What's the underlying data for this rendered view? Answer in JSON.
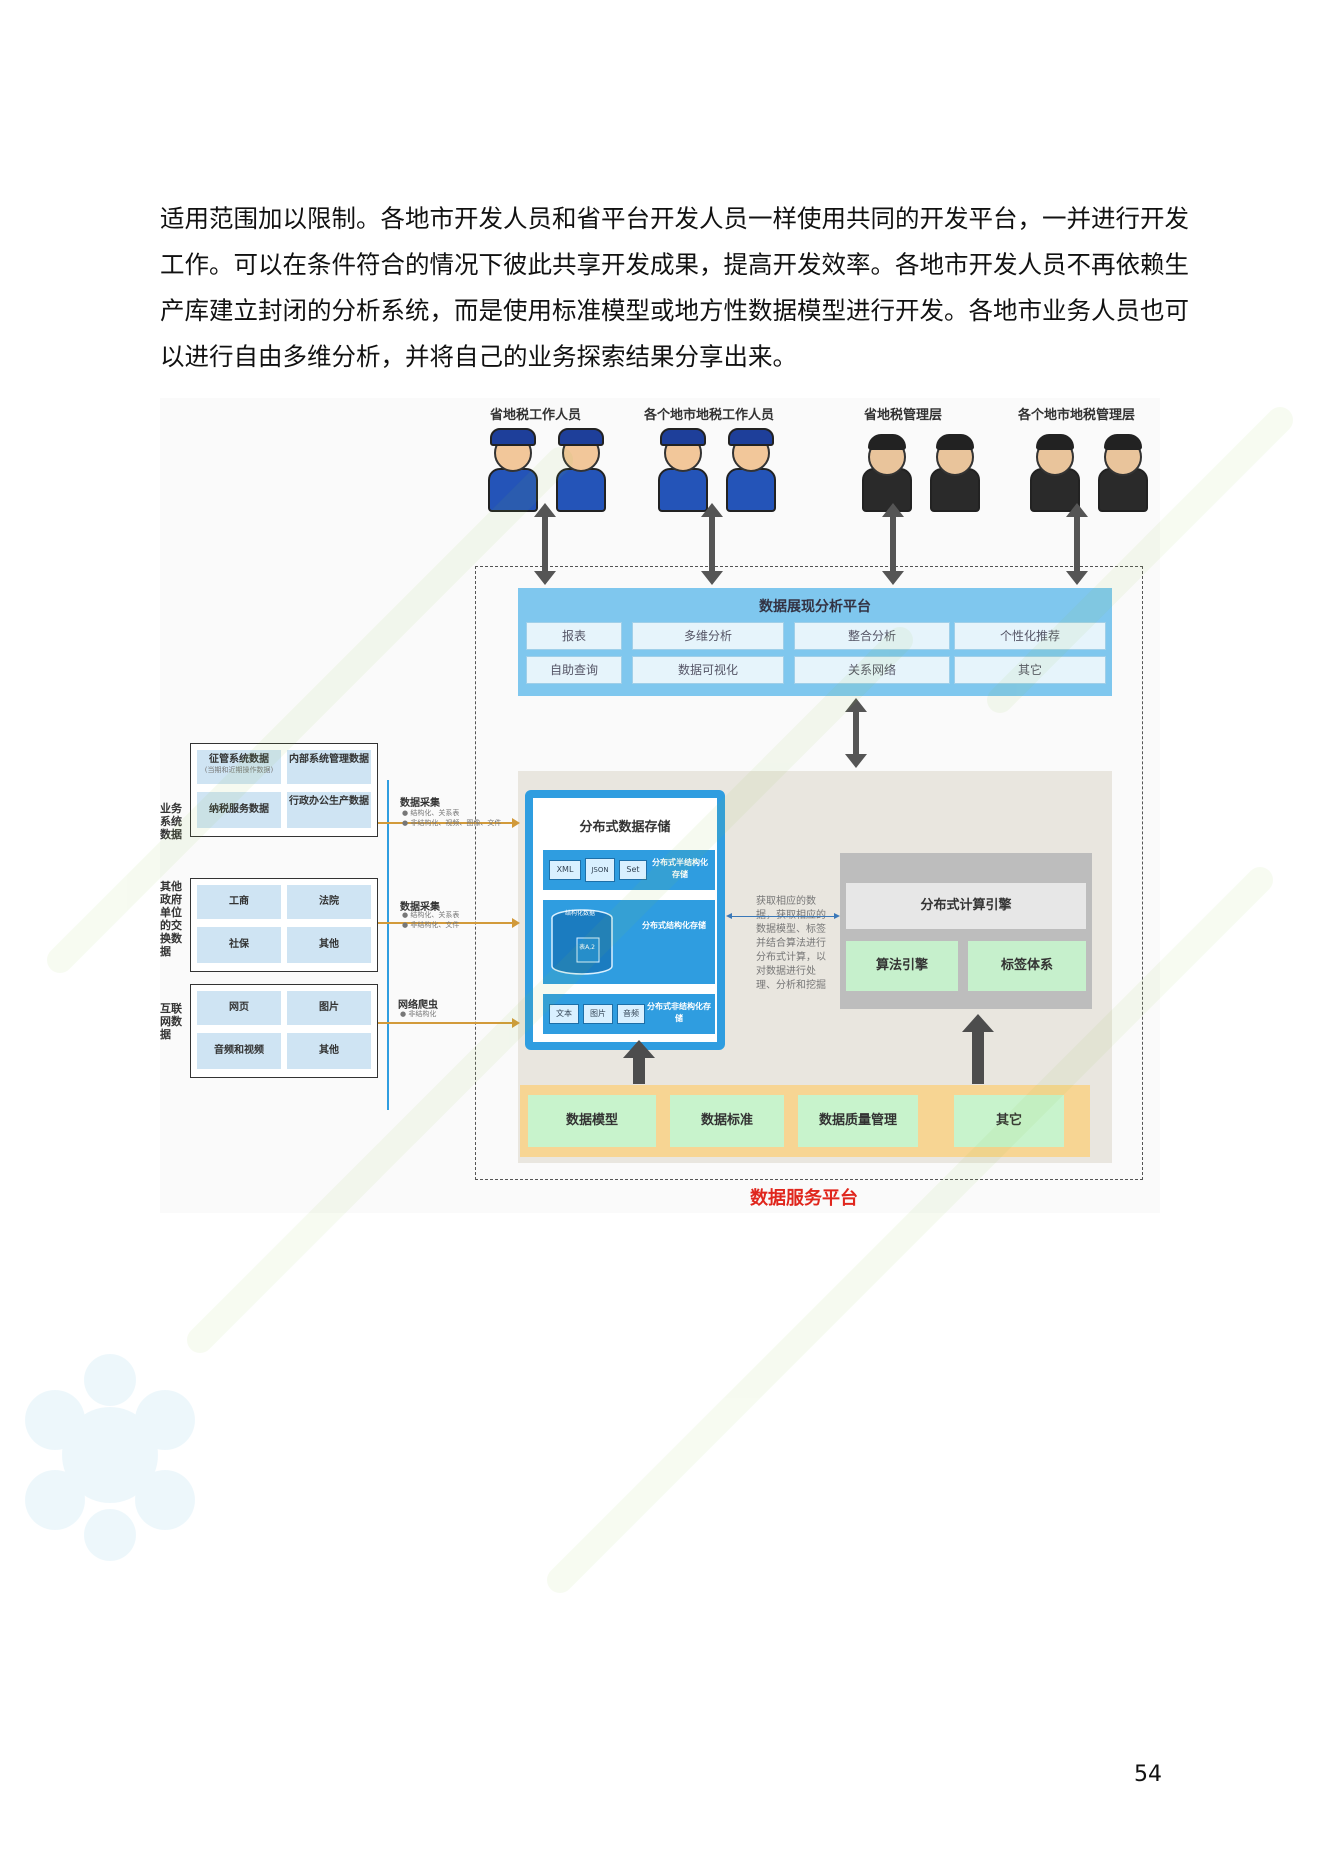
{
  "paragraph": [
    "适用范围加以限制。各地市开发人员和省平台开发人员一样使用共同的开发平台，一并进行开发",
    "工作。可以在条件符合的情况下彼此共享开发成果，提高开发效率。各地市开发人员不再依赖生",
    "产库建立封闭的分析系统，而是使用标准模型或地方性数据模型进行开发。各地市业务人员也可",
    "以进行自由多维分析，并将自己的业务探索结果分享出来。"
  ],
  "page_number": "54",
  "diagram": {
    "roles": [
      "省地税工作人员",
      "各个地市地税工作人员",
      "省地税管理层",
      "各个地市地税管理层"
    ],
    "presentation": {
      "title": "数据展现分析平台",
      "buttons": [
        "报表",
        "多维分析",
        "整合分析",
        "个性化推荐",
        "自助查询",
        "数据可视化",
        "关系网络",
        "其它"
      ]
    },
    "storage": {
      "title": "分布式数据存储",
      "semi_chips": [
        "XML",
        "JSON",
        "Set"
      ],
      "semi_label": "分布式半结构化存储",
      "struct_label": "分布式结构化存储",
      "struct_db_label": "结构化数据",
      "struct_inner": "表A,2",
      "unstruct_chips": [
        "文本",
        "图片",
        "音频"
      ],
      "unstruct_label": "分布式非结构化存储"
    },
    "middle_text": "获取相应的数据，获取相应的数据模型、标签并结合算法进行分布式计算，以对数据进行处理、分析和挖掘",
    "compute": {
      "title": "分布式计算引擎",
      "items": [
        "算法引擎",
        "标签体系"
      ]
    },
    "foundation": [
      "数据模型",
      "数据标准",
      "数据质量管理",
      "其它"
    ],
    "platform_label": "数据服务平台",
    "left_groups": [
      {
        "label": "业务系统数据",
        "cells": [
          {
            "text": "征管系统数据",
            "sub": "(当期和近期操作数据)"
          },
          {
            "text": "内部系统管理数据",
            "sub": ""
          },
          {
            "text": "纳税服务数据",
            "sub": ""
          },
          {
            "text": "行政办公生产数据",
            "sub": ""
          }
        ]
      },
      {
        "label": "其他政府单位的交换数据",
        "cells": [
          {
            "text": "工商",
            "sub": ""
          },
          {
            "text": "法院",
            "sub": ""
          },
          {
            "text": "社保",
            "sub": ""
          },
          {
            "text": "其他",
            "sub": ""
          }
        ]
      },
      {
        "label": "互联网数据",
        "cells": [
          {
            "text": "网页",
            "sub": ""
          },
          {
            "text": "图片",
            "sub": ""
          },
          {
            "text": "音频和视频",
            "sub": ""
          },
          {
            "text": "其他",
            "sub": ""
          }
        ]
      }
    ],
    "collection": [
      {
        "title": "数据采集",
        "bullets": [
          "结构化、关系表",
          "非结构化、视频、图像、文件"
        ]
      },
      {
        "title": "数据采集",
        "bullets": [
          "结构化、关系表",
          "非结构化、文件"
        ]
      },
      {
        "title": "网络爬虫",
        "bullets": [
          "非结构化"
        ]
      }
    ]
  },
  "colors": {
    "blue_bar": "#7fc7ee",
    "storage_blue": "#2f9de0",
    "beige": "#e9e6df",
    "green": "#c6f0cc",
    "orange": "#f7d593",
    "platform_red": "#e0261d"
  }
}
